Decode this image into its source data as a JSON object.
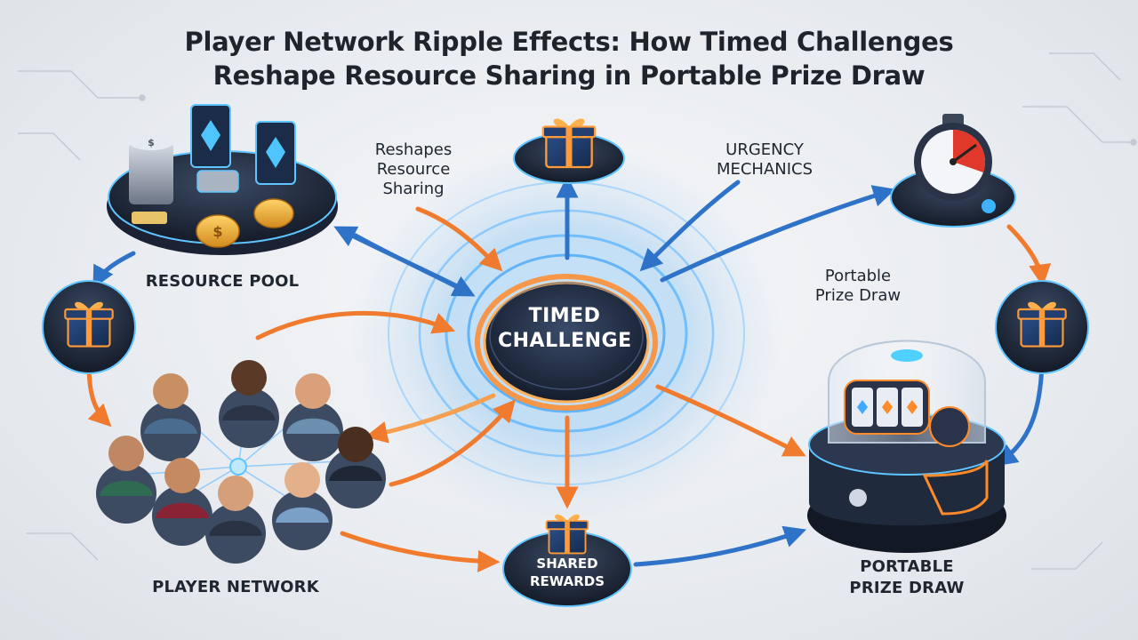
{
  "title": {
    "line1": "Player Network Ripple Effects: How Timed Challenges",
    "line2": "Reshape Resource Sharing in Portable Prize Draw"
  },
  "nodes": {
    "center": {
      "line1": "TIMED",
      "line2": "CHALLENGE",
      "icon": "glowing-disc"
    },
    "resource_pool": {
      "label": "RESOURCE POOL",
      "icon": "coins-and-cards"
    },
    "player_network": {
      "label": "PLAYER NETWORK",
      "icon": "people-network"
    },
    "shared_rewards": {
      "line1": "SHARED",
      "line2": "REWARDS",
      "icon": "gift-box"
    },
    "prize_draw": {
      "line1": "PORTABLE",
      "line2": "PRIZE DRAW",
      "icon": "prize-machine"
    },
    "stopwatch": {
      "icon": "stopwatch"
    },
    "top_gift": {
      "icon": "gift-box"
    },
    "left_gift": {
      "icon": "gift-box"
    },
    "right_gift": {
      "icon": "gift-box"
    }
  },
  "annotations": {
    "reshapes": {
      "line1": "Reshapes",
      "line2": "Resource",
      "line3": "Sharing"
    },
    "urgency": {
      "line1": "URGENCY",
      "line2": "MECHANICS"
    },
    "portable": {
      "line1": "Portable",
      "line2": "Prize Draw"
    }
  },
  "colors": {
    "orange_arrow": "#f07a2e",
    "blue_arrow": "#2f73c9",
    "node_dark": "#1f2a3d",
    "glow_blue": "#5fc4ff",
    "glow_orange": "#ff8a2a"
  }
}
